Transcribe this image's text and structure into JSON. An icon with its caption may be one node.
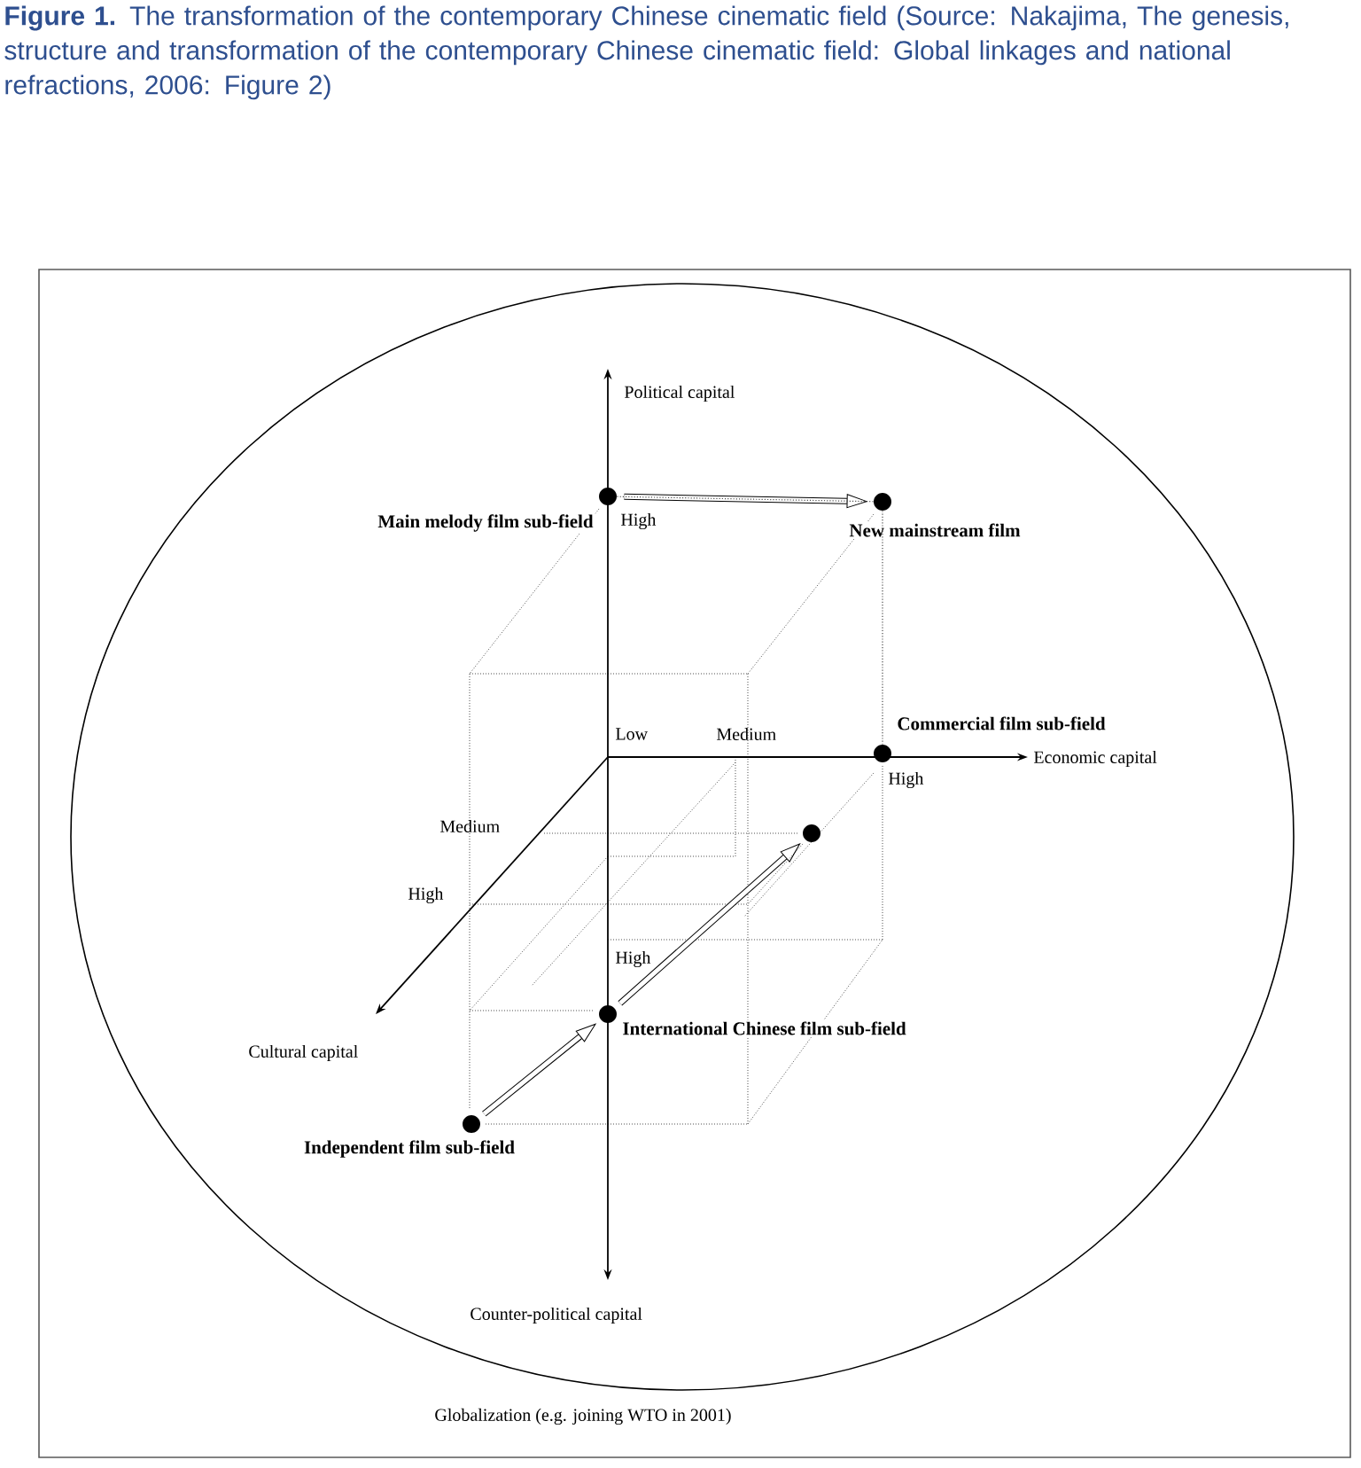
{
  "diagram": {
    "caption": "**Figure 1.** The transformation of the contemporary Chinese cinematic field (Source: Nakajima, The genesis, structure and transformation of the contemporary Chinese cinematic field: Global linkages and national refractions, 2006: Figure 2)",
    "nodes": [
      {
        "text": [
          "Main melody film sub-field"
        ]
      },
      {
        "text": [
          "New mainstream film"
        ]
      },
      {
        "text": [
          "Commercial film sub-field"
        ]
      },
      {
        "text": [],
        "shape": "circle"
      },
      {
        "text": [
          "International Chinese film sub-field"
        ]
      },
      {
        "text": [
          "Independent film sub-field"
        ]
      }
    ],
    "edges": [
      {
        "from": 0,
        "to": 1,
        "arrow": "to"
      },
      {
        "from": 5,
        "to": 4,
        "arrow": "to"
      },
      {
        "from": 4,
        "to": 3,
        "arrow": "to"
      },
      {
        "from": 0,
        "to": 1,
        "arrow": "none",
        "style": "dashed"
      },
      {
        "from": 1,
        "to": 2,
        "arrow": "none",
        "style": "dashed"
      }
    ],
    "labels": [
      "Political capital",
      "High",
      "Low",
      "Medium",
      "High",
      "Economic capital",
      "Medium",
      "High",
      "High",
      "Cultural capital",
      "Counter-political capital",
      "Globalization (e.g. joining WTO in 2001)"
    ]
  }
}
